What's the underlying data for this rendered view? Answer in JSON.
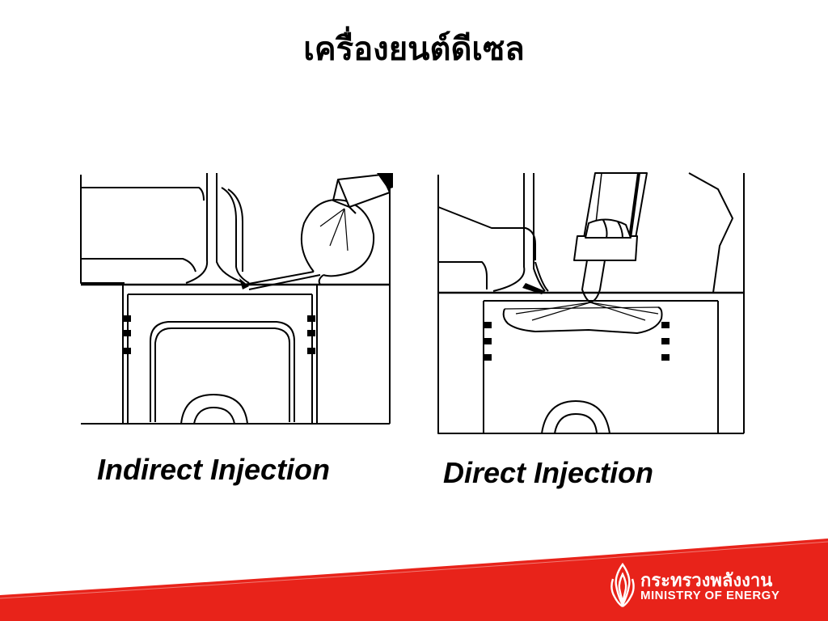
{
  "slide": {
    "title": "เครื่องยนต์ดีเซล"
  },
  "diagrams": [
    {
      "caption": "Indirect Injection"
    },
    {
      "caption": "Direct Injection"
    }
  ],
  "footer": {
    "logo_thai": "กระทรวงพลังงาน",
    "logo_english": "MINISTRY OF ENERGY",
    "band_color": "#e8231a"
  }
}
